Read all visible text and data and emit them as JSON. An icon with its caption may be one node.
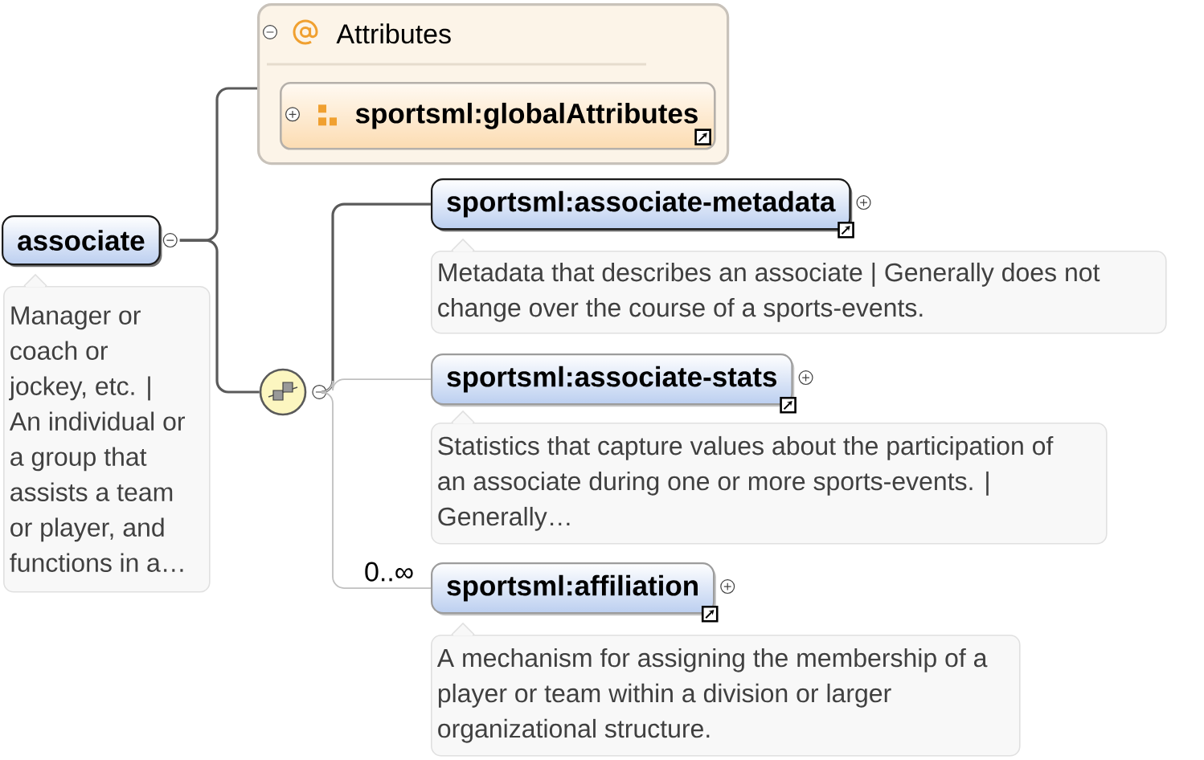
{
  "diagram": {
    "nodes": [
      {
        "text": [
          "Attributes"
        ]
      },
      {
        "text": [
          "sportsml:globalAttributes"
        ],
        "in": 0
      },
      {
        "text": [
          "associate"
        ]
      },
      {
        "text": [
          "Manager or coach or jockey, etc. | An individual or a group that assists a team or player, and functions in a…"
        ]
      },
      {
        "text": [],
        "shape": "circle"
      },
      {
        "text": [
          "sportsml:associate-metadata"
        ]
      },
      {
        "text": [
          "Metadata that describes an associate | Generally does not change over the course of a sports-events."
        ]
      },
      {
        "text": [
          "sportsml:associate-stats"
        ]
      },
      {
        "text": [
          "Statistics that capture values about the participation of an associate during one or more sports-events. | Generally…"
        ]
      },
      {
        "text": [
          "sportsml:affiliation"
        ]
      },
      {
        "text": [
          "A mechanism for assigning the membership of a player or team within a division or larger organizational structure."
        ]
      }
    ],
    "edges": [
      {
        "from": 2,
        "to": 0,
        "arrow": "none"
      },
      {
        "from": 2,
        "to": 4,
        "arrow": "none"
      },
      {
        "from": 4,
        "to": 5,
        "arrow": "none"
      },
      {
        "from": 4,
        "to": 7,
        "arrow": "none",
        "color": "#c0c0c0"
      },
      {
        "from": 4,
        "to": 9,
        "arrow": "none",
        "color": "#c0c0c0",
        "label": "0..∞"
      }
    ]
  }
}
